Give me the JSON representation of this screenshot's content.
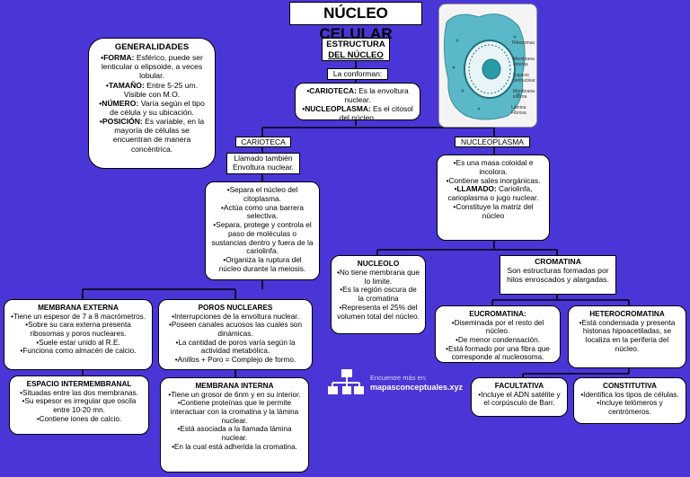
{
  "title": "NÚCLEO CELULAR",
  "generalidades": {
    "heading": "GENERALIDADES",
    "forma_label": "•FORMA:",
    "forma_text": " Esférico, puede ser lenticular o elipsoide, a veces lobular.",
    "tamano_label": "•TAMAÑO:",
    "tamano_text": " Entre 5-25 um. Visible con M.O.",
    "numero_label": "•NÚMERO:",
    "numero_text": " Varía según el tipo de célula y su ubicación.",
    "posicion_label": "•POSICIÓN:",
    "posicion_text": " Es variable, en la mayoría de células se encuentran de manera concéntrica."
  },
  "estructura": {
    "line1": "ESTRUCTURA",
    "line2": "DEL NÚCLEO",
    "conforman": "La conforman:"
  },
  "componentes": {
    "carioteca_label": "•CARIOTECA:",
    "carioteca_text": " Es la envoltura nuclear.",
    "nucleoplasma_label": "•NUCLEOPLASMA:",
    "nucleoplasma_text": " Es el citosol del núcleo."
  },
  "carioteca": {
    "label": "CARIOTECA",
    "alias": "Llamado también Envoltura nuclear.",
    "funciones": [
      "•Separa el núcleo del citoplasma.",
      "•Actúa como una barrera selectiva.",
      "•Separa, protege y controla el paso de moléculas o sustancias dentro y fuera de la cariolinfa.",
      "•Organiza la ruptura del núcleo durante la meiosis."
    ]
  },
  "nucleoplasma": {
    "label": "NUCLEOPLASMA",
    "item1": "•Es una masa coloidal e incolora.",
    "item2": "•Contiene sales inorgánicas.",
    "llamado_label": "•LLAMADO:",
    "llamado_text": " Cariolinfa, carioplasma o jugo nuclear.",
    "item4": "•Constituye la matriz del núcleo"
  },
  "membrana_externa": {
    "heading": "MEMBRANA EXTERNA",
    "items": [
      "•Tiene un espesor de 7 a 8 macrómetros.",
      "•Sobre su cara externa presenta ribosomas y poros nucleares.",
      "•Suele estar unido al R.E.",
      "•Funciona como almacén de calcio."
    ]
  },
  "espacio": {
    "heading": "ESPACIO INTERMEMBRANAL",
    "items": [
      "•Situadas entre las dos membranas.",
      "•Su espesor es irregular que oscila entre 10-20 mn.",
      "•Contiene iones de calcio."
    ]
  },
  "poros": {
    "heading": "POROS NUCLEARES",
    "items": [
      "•Interrupciones de la envoltura nuclear.",
      "•Poseen canales acuosos las cuales son dinámicas.",
      "•La cantidad de poros varía según la actividad metabólica.",
      "•Anillos + Poro = Complejo de formo."
    ]
  },
  "membrana_interna": {
    "heading": "MEMBRANA INTERNA",
    "items": [
      "•Tiene un grosor de 6nm y en su interior.",
      "•Contiene proteínas que le permite interactuar con la cromatina y la lámina nuclear.",
      "•Está asociada a la llamada lámina nuclear.",
      "•En la cual está adherida la cromatina."
    ]
  },
  "nucleolo": {
    "heading": "NUCLEOLO",
    "items": [
      "•No tiene membrana que lo limite.",
      "•Es la región oscura de la cromatina",
      "•Representa el 25% del volumen total del núcleo."
    ]
  },
  "cromatina": {
    "heading": "CROMATINA",
    "text": "Son estructuras formadas por hilos enroscados y alargadas."
  },
  "eucromatina": {
    "heading": "EUCROMATINA:",
    "items": [
      "•Diseminada por el resto del núcleo.",
      "•De menor condensación.",
      "•Está formado por una fibra que corresponde al nucleosoma."
    ]
  },
  "heterocromatina": {
    "heading": "HETEROCROMATINA",
    "text": "•Está condensada y presenta histonas hipoacetiladas, se localiza en la periferia del núcleo."
  },
  "facultativa": {
    "heading": "FACULTATIVA",
    "text": "•Incluye el ADN satélite y el corpúsculo de Barr."
  },
  "constitutiva": {
    "heading": "CONSTITUTIVA",
    "text": "•Identifica los tipos de células. •Incluye telómeros y centrómeros."
  },
  "figure": {
    "labels": [
      "Ribosomas",
      "Membrana externa",
      "Espacio perinuclear",
      "Membrana interna",
      "Lámina Fibrosa"
    ],
    "colors": {
      "cytoplasm": "#5bb8c9",
      "nucleolus": "#2a9aa8",
      "background": "#4a36d6"
    }
  },
  "footer": {
    "line1": "Encuentre más en:",
    "line2": "mapasconceptuales.xyz"
  }
}
